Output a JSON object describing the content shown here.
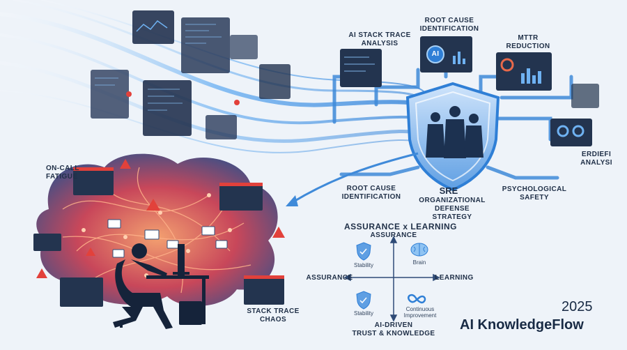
{
  "labels": {
    "ai_stack_trace": "AI STACK TRACE\nANALYSIS",
    "root_cause_top": "ROOT CAUSE\nIDENTIFICATION",
    "mttr": "MTTR\nREDUCTION",
    "erdiefi": "ERDIEFI\nANALYSI",
    "on_call": "ON-CALL\nFATIGUE",
    "root_cause_bottom": "ROOT CAUSE\nIDENTIFICATION",
    "sre": "SRE",
    "org_defense": "ORGANIZATIONAL\nDEFENSE STRATEGY",
    "psych_safety": "PSYCHOLOGICAL\nSAFETY",
    "stack_trace_chaos": "STACK TRACE\nCHAOS",
    "ai_badge": "AI"
  },
  "quadrant": {
    "title": "ASSURANCE x LEARNING",
    "top": "ASSURANCE",
    "left": "ASSURANCE",
    "right": "LEARNING",
    "bottom": "AI-DRIVEN\nTRUST & KNOWLEDGE",
    "q1_label": "Stability",
    "q2_label": "Brain",
    "q3_label": "Stability",
    "q4_label": "Continuous\nImprovement"
  },
  "brand": {
    "year": "2025",
    "name": "AI KnowledgeFlow"
  },
  "colors": {
    "accent_blue": "#2f7fd6",
    "alert_red": "#e2413b",
    "chaos_orange": "#e8694a",
    "dark_navy": "#1c2f4a"
  },
  "icons": [
    "shield-icon",
    "brain-icon",
    "infinity-icon",
    "warning-icon",
    "mail-icon",
    "person-icon"
  ]
}
